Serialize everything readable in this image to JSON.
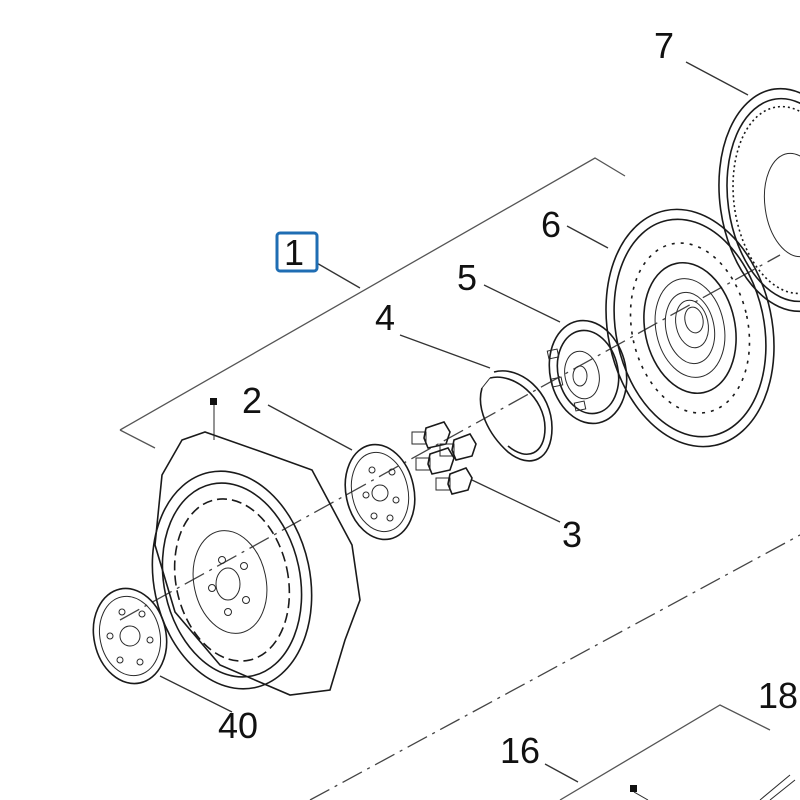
{
  "callouts": {
    "c1": "1",
    "c2": "2",
    "c3": "3",
    "c4": "4",
    "c5": "5",
    "c6": "6",
    "c7": "7",
    "c16": "16",
    "c18": "18",
    "c40": "40"
  },
  "highlight_color": "#1f6db3",
  "highlighted_callout": "1"
}
